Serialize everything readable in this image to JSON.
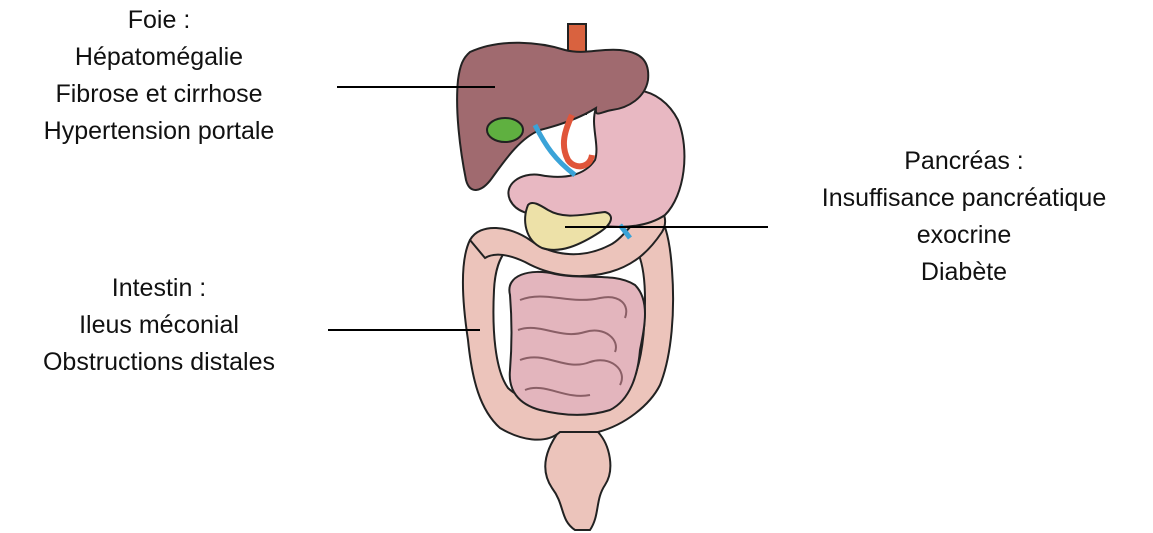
{
  "labels": {
    "liver": {
      "title": "Foie :",
      "lines": [
        "Hépatomégalie",
        "Fibrose et cirrhose",
        "Hypertension portale"
      ]
    },
    "pancreas": {
      "title": "Pancréas :",
      "lines": [
        "Insuffisance pancréatique",
        "exocrine",
        "Diabète"
      ]
    },
    "intestine": {
      "title": "Intestin :",
      "lines": [
        "Ileus méconial",
        "Obstructions distales"
      ]
    }
  },
  "colors": {
    "liver": "#a06a6f",
    "stomach": "#e8b8c2",
    "intestine": "#e3b5bd",
    "colon": "#ecc4bb",
    "pancreas": "#ede1a8",
    "gallbladder": "#5fb040",
    "artery": "#e0553a",
    "vein": "#3aa3d8",
    "esophagus": "#d9623f"
  }
}
